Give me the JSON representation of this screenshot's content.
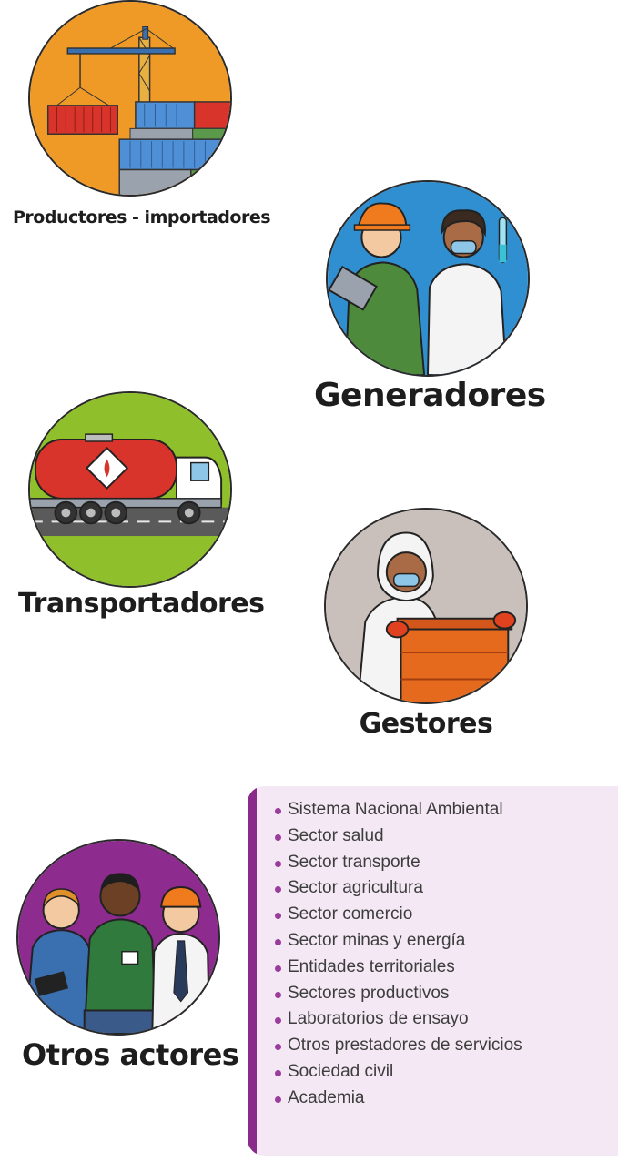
{
  "colors": {
    "productores_bg": "#ef9a27",
    "generadores_bg": "#2f8fd0",
    "transportadores_bg": "#8fbf2a",
    "gestores_bg": "#c9c0bb",
    "otros_bg": "#8e2b8f",
    "panel_bg": "#f3e8f4",
    "panel_accent": "#8a2a8a",
    "bullet": "#9b3b9b"
  },
  "actors": {
    "productores": {
      "label": "Productores - importadores",
      "icon": "crane-containers-icon"
    },
    "generadores": {
      "label": "Generadores",
      "icon": "worker-and-scientist-icon"
    },
    "transportadores": {
      "label": "Transportadores",
      "icon": "tanker-truck-icon"
    },
    "gestores": {
      "label": "Gestores",
      "icon": "hazmat-worker-barrel-icon"
    },
    "otros": {
      "label": "Otros actores",
      "icon": "group-of-people-icon"
    }
  },
  "otros_list": [
    "Sistema Nacional Ambiental",
    "Sector salud",
    "Sector transporte",
    "Sector agricultura",
    "Sector comercio",
    "Sector minas y energía",
    "Entidades territoriales",
    "Sectores productivos",
    "Laboratorios de ensayo",
    "Otros prestadores de servicios",
    "Sociedad civil",
    "Academia"
  ]
}
